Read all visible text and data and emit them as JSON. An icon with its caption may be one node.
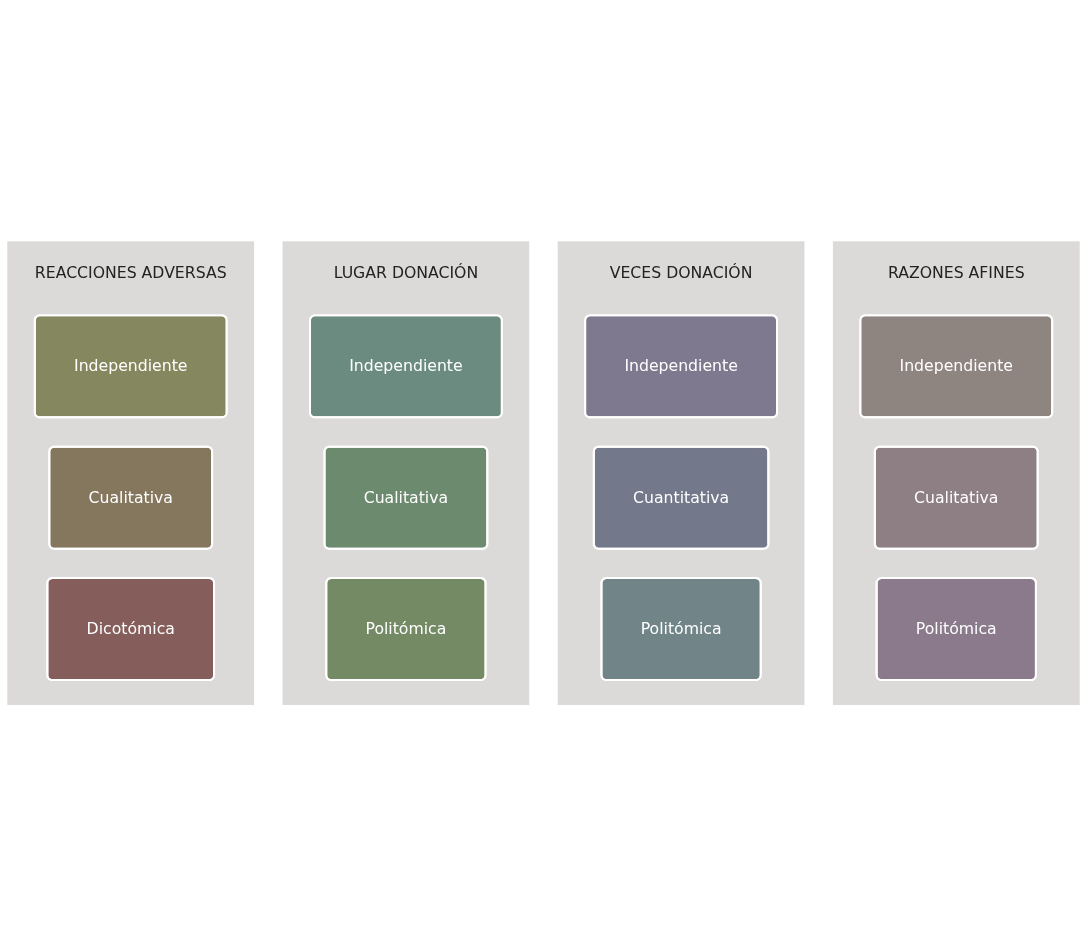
{
  "diagram": {
    "nodes": [
      {
        "text": [
          "RAZONES AFINES"
        ]
      },
      {
        "text": [
          "Independiente"
        ],
        "in": 0
      },
      {
        "text": [
          "Cualitativa"
        ],
        "in": 0
      },
      {
        "text": [
          "Politómica"
        ],
        "in": 0
      },
      {
        "text": [
          "VECES DONACIÓN"
        ]
      },
      {
        "text": [
          "Independiente"
        ],
        "in": 4
      },
      {
        "text": [
          "Cuantitativa"
        ],
        "in": 4
      },
      {
        "text": [
          "Politómica"
        ],
        "in": 4
      },
      {
        "text": [
          "LUGAR DONACIÓN"
        ]
      },
      {
        "text": [
          "Independiente"
        ],
        "in": 8
      },
      {
        "text": [
          "Cualitativa"
        ],
        "in": 8
      },
      {
        "text": [
          "Politómica"
        ],
        "in": 8
      },
      {
        "text": [
          "REACCIONES ADVERSAS"
        ]
      },
      {
        "text": [
          "Independiente"
        ],
        "in": 12
      },
      {
        "text": [
          "Cualitativa"
        ],
        "in": 12
      },
      {
        "text": [
          "Dicotómica"
        ],
        "in": 12
      }
    ],
    "edges": []
  }
}
